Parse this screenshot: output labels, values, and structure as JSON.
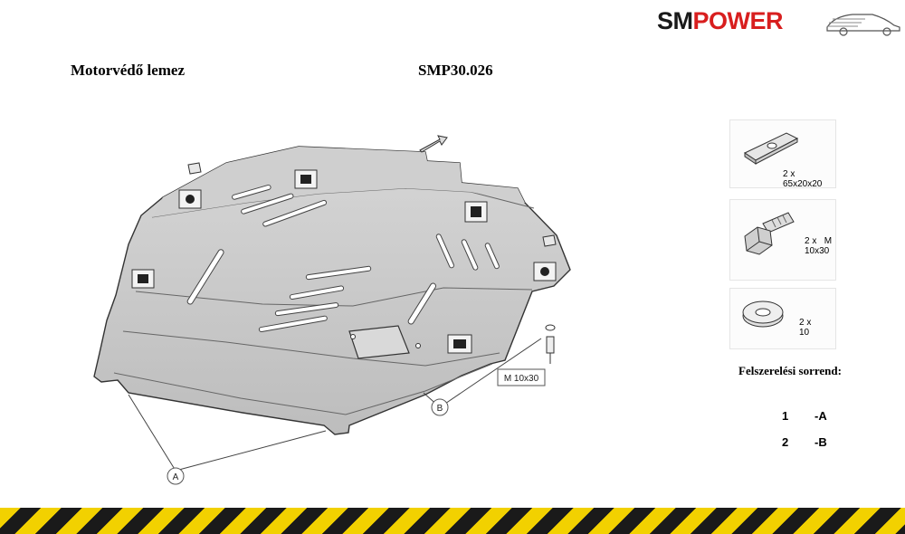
{
  "brand": {
    "sm": "SM",
    "power": "POWER"
  },
  "title": "Motorvédő lemez",
  "product_code": "SMP30.026",
  "diagram": {
    "bolt_callout": "M 10x30",
    "point_a": "A",
    "point_b": "B"
  },
  "parts": [
    {
      "qty": "2 x",
      "spec": "65x20x20",
      "icon": "plate-nut-icon"
    },
    {
      "qty": "2 x",
      "spec": "M 10x30",
      "icon": "bolt-icon"
    },
    {
      "qty": "2 x",
      "spec": "10",
      "icon": "washer-icon"
    }
  ],
  "installation": {
    "title": "Felszerelési sorrend:",
    "steps": [
      {
        "num": "1",
        "point": "-A"
      },
      {
        "num": "2",
        "point": "-B"
      }
    ]
  },
  "colors": {
    "brand_red": "#d81e1e",
    "plate_gray": "#c9c9c9",
    "hazard_yellow": "#f2d100"
  }
}
